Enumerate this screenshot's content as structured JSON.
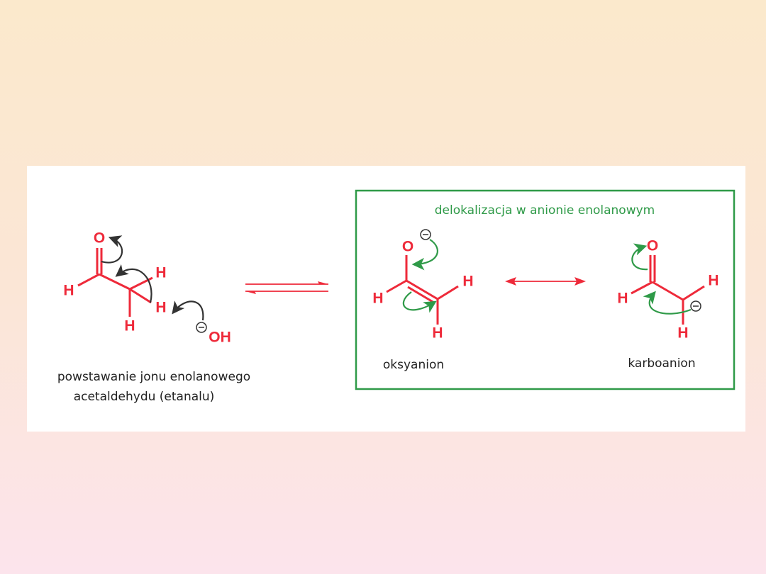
{
  "left_scheme": {
    "atoms": {
      "O": "O",
      "H_left": "H",
      "H_upper": "H",
      "H_lower": "H",
      "H_bottom": "H",
      "OH": "OH",
      "charge": "−"
    },
    "caption_line1": "powstawanie jonu enolanowego",
    "caption_line2": "acetaldehydu (etanalu)"
  },
  "resonance_box": {
    "title": "delokalizacja w anionie enolanowym",
    "oksyanion": {
      "label": "oksyanion",
      "O": "O",
      "H_left": "H",
      "H_right": "H",
      "H_bottom": "H",
      "charge": "−"
    },
    "karboanion": {
      "label": "karboanion",
      "O": "O",
      "H_left": "H",
      "H_right": "H",
      "H_bottom": "H",
      "charge": "−"
    }
  },
  "colors": {
    "atoms": "#ee2a3a",
    "box": "#2f9a48",
    "curly_left": "#333333",
    "curly_box": "#2f9a48"
  }
}
